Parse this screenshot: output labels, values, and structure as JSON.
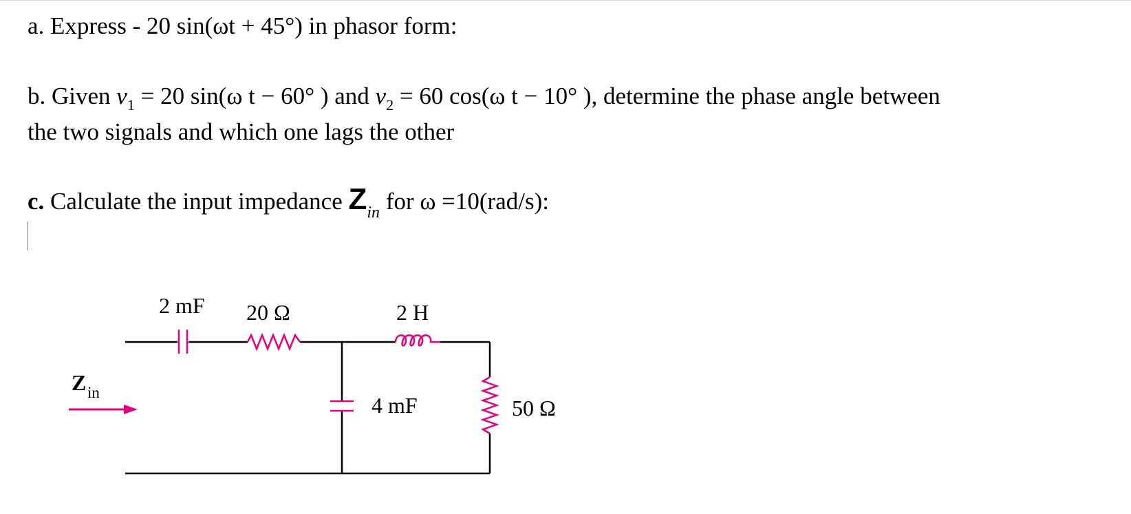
{
  "part_a": {
    "prefix": "a. Express ",
    "expression": "- 20 sin(ωt + 45°)",
    "suffix": " in phasor form:"
  },
  "part_b": {
    "prefix": "b. Given ",
    "v1_symbol": "v",
    "v1_sub": "1",
    "v1_expr": " = 20 sin(ω t − 60° ) and ",
    "v2_symbol": "v",
    "v2_sub": "2",
    "v2_expr": " = 60 cos(ω t − 10° ), determine the phase angle between",
    "line2": "the two signals and which one lags the other"
  },
  "part_c": {
    "prefix": "c. ",
    "text": "Calculate the input impedance ",
    "z_symbol": "Z",
    "z_sub": "in",
    "suffix": " for ω =10(rad/s):"
  },
  "circuit": {
    "cap1_label": "2 mF",
    "res1_label": "20 Ω",
    "ind_label": "2 H",
    "cap2_label": "4 mF",
    "res2_label": "50 Ω",
    "zin_symbol": "Z",
    "zin_sub": "in",
    "colors": {
      "component": "#e6007e",
      "wire": "#000000"
    }
  }
}
